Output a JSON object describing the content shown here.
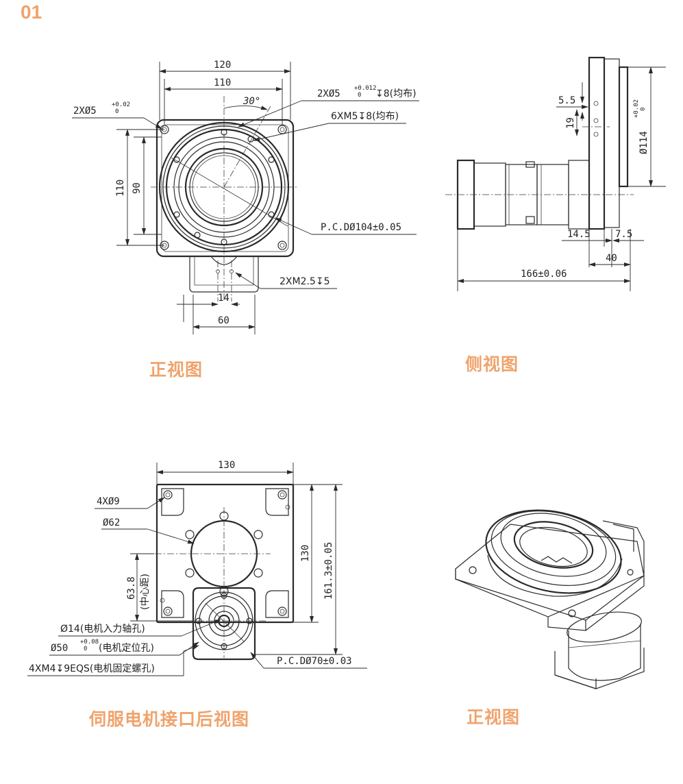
{
  "page_number": "01",
  "accent_color": "#f0a36c",
  "captions": {
    "front": "正视图",
    "side": "侧视图",
    "rear": "伺服电机接口后视图",
    "iso": "正视图"
  },
  "front_view": {
    "width_120": "120",
    "width_110": "110",
    "angle": "30°",
    "pin_hole_main": "2XØ5",
    "pin_hole_tol": "+0.02",
    "pin_hole_tol0": "0",
    "pin_hole2_main": "2XØ5",
    "pin_hole2_tol": "+0.012",
    "pin_hole2_tol0": "0",
    "pin_hole2_depth": "↧8(均布)",
    "thread_6xm5": "6XM5↧8(均布)",
    "height_110": "110",
    "height_90": "90",
    "pcd": "P.C.DØ104±0.05",
    "thread_2xm25": "2XM2.5↧5",
    "dim_14": "14",
    "dim_60": "60"
  },
  "side_view": {
    "dim_5_5": "5.5",
    "dim_19": "19",
    "dia_114": "Ø114",
    "dia_114_tol": "+0.02",
    "dia_114_tol0": "0",
    "dim_14_5": "14.5",
    "dim_7_5": "7.5",
    "dim_40": "40",
    "dim_166": "166±0.06"
  },
  "rear_view": {
    "width_130": "130",
    "hole_4x9": "4XØ9",
    "dia_62": "Ø62",
    "dim_63_8": "63.8",
    "center_dist": "(中心距)",
    "height_130": "130",
    "height_161": "161.3±0.05",
    "shaft_hole": "Ø14(电机入力轴孔)",
    "locate_dia": "Ø50",
    "locate_tol": "+0.08",
    "locate_tol0": "0",
    "locate_text": "(电机定位孔)",
    "motor_screw": "4XM4↧9EQS(电机固定螺孔)",
    "pcd70": "P.C.DØ70±0.03"
  }
}
